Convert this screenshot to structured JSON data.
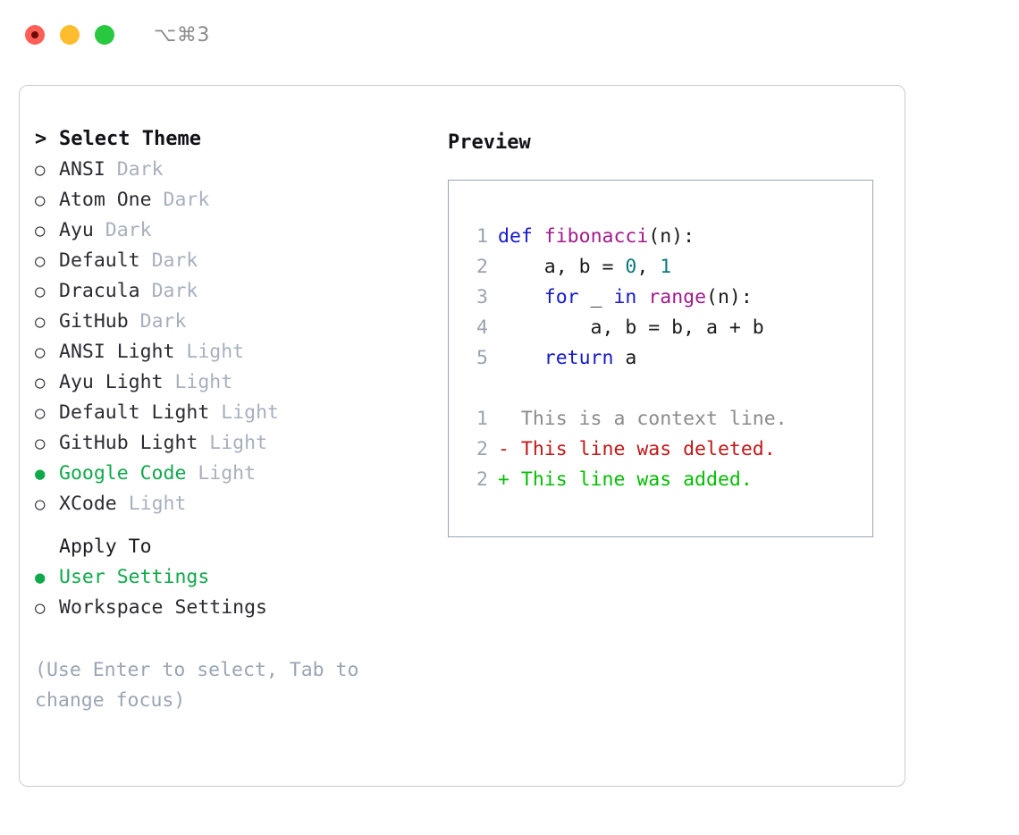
{
  "titlebar": {
    "shortcut": "⌥⌘3",
    "buttons": [
      {
        "name": "close",
        "color": "#ff5f57"
      },
      {
        "name": "minimize",
        "color": "#ffbd2e"
      },
      {
        "name": "zoom",
        "color": "#28c840"
      }
    ]
  },
  "theme_picker": {
    "header": {
      "marker": ">",
      "label": "Select Theme"
    },
    "items": [
      {
        "marker": "○",
        "label": "ANSI",
        "tag": "Dark",
        "selected": false
      },
      {
        "marker": "○",
        "label": "Atom One",
        "tag": "Dark",
        "selected": false
      },
      {
        "marker": "○",
        "label": "Ayu",
        "tag": "Dark",
        "selected": false
      },
      {
        "marker": "○",
        "label": "Default",
        "tag": "Dark",
        "selected": false
      },
      {
        "marker": "○",
        "label": "Dracula",
        "tag": "Dark",
        "selected": false
      },
      {
        "marker": "○",
        "label": "GitHub",
        "tag": "Dark",
        "selected": false
      },
      {
        "marker": "○",
        "label": "ANSI Light",
        "tag": "Light",
        "selected": false
      },
      {
        "marker": "○",
        "label": "Ayu Light",
        "tag": "Light",
        "selected": false
      },
      {
        "marker": "○",
        "label": "Default Light",
        "tag": "Light",
        "selected": false
      },
      {
        "marker": "○",
        "label": "GitHub Light",
        "tag": "Light",
        "selected": false
      },
      {
        "marker": "●",
        "label": "Google Code",
        "tag": "Light",
        "selected": true
      },
      {
        "marker": "○",
        "label": "XCode",
        "tag": "Light",
        "selected": false
      }
    ]
  },
  "apply_to": {
    "title": "Apply To",
    "items": [
      {
        "marker": "●",
        "label": "User Settings",
        "selected": true
      },
      {
        "marker": "○",
        "label": "Workspace Settings",
        "selected": false
      }
    ]
  },
  "hint": "(Use Enter to select, Tab to change focus)",
  "preview": {
    "title": "Preview",
    "code_lines": [
      {
        "num": "1",
        "tokens": [
          {
            "t": "def",
            "c": "tok-kw"
          },
          {
            "t": " ",
            "c": "tok-plain"
          },
          {
            "t": "fibonacci",
            "c": "tok-fn"
          },
          {
            "t": "(n):",
            "c": "tok-punct"
          }
        ]
      },
      {
        "num": "2",
        "tokens": [
          {
            "t": "    a, b = ",
            "c": "tok-plain"
          },
          {
            "t": "0",
            "c": "tok-num"
          },
          {
            "t": ", ",
            "c": "tok-plain"
          },
          {
            "t": "1",
            "c": "tok-num"
          }
        ]
      },
      {
        "num": "3",
        "tokens": [
          {
            "t": "    ",
            "c": "tok-plain"
          },
          {
            "t": "for",
            "c": "tok-kw"
          },
          {
            "t": " _ ",
            "c": "tok-plain"
          },
          {
            "t": "in",
            "c": "tok-kw"
          },
          {
            "t": " ",
            "c": "tok-plain"
          },
          {
            "t": "range",
            "c": "tok-fn"
          },
          {
            "t": "(n):",
            "c": "tok-punct"
          }
        ]
      },
      {
        "num": "4",
        "tokens": [
          {
            "t": "        a, b = b, a + b",
            "c": "tok-plain"
          }
        ]
      },
      {
        "num": "5",
        "tokens": [
          {
            "t": "    ",
            "c": "tok-plain"
          },
          {
            "t": "return",
            "c": "tok-kw"
          },
          {
            "t": " a",
            "c": "tok-plain"
          }
        ]
      }
    ],
    "diff_lines": [
      {
        "num": "1",
        "sign": " ",
        "text": "This is a context line.",
        "c": "diff-ctx"
      },
      {
        "num": "2",
        "sign": "-",
        "text": "This line was deleted.",
        "c": "diff-del"
      },
      {
        "num": "2",
        "sign": "+",
        "text": "This line was added.",
        "c": "diff-add"
      }
    ]
  },
  "colors": {
    "accent_green": "#0fa94a",
    "diff_add": "#05bd05",
    "diff_del": "#c01818",
    "muted": "#a8b0bd",
    "hint": "#9aa5b4",
    "panel_border": "#c9ccd4",
    "preview_border": "#98a4b4"
  }
}
